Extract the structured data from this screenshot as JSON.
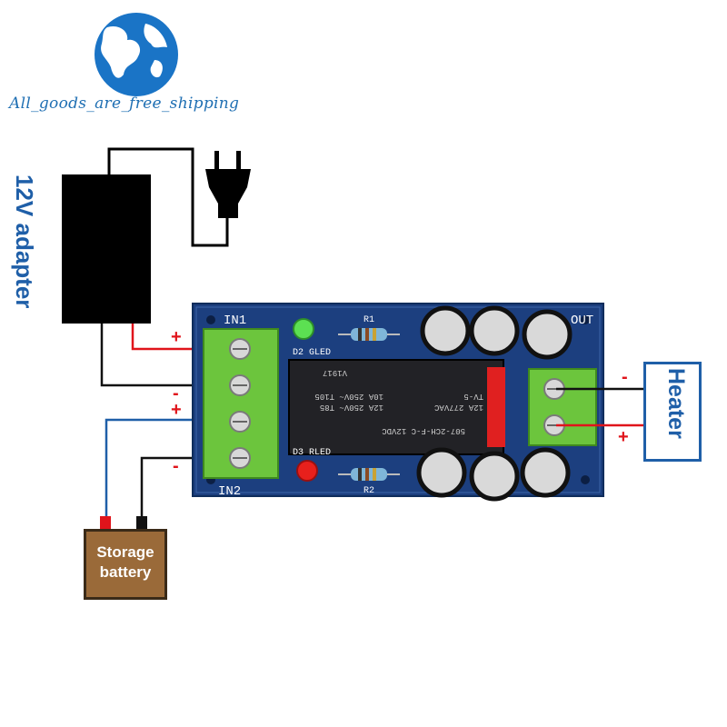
{
  "watermark": {
    "text": "All_goods_are_free_shipping",
    "logo_icon": "globe-icon"
  },
  "adapter": {
    "label": "12V adapter",
    "plug_icon": "power-plug-icon"
  },
  "board": {
    "in1_label": "IN1",
    "in2_label": "IN2",
    "out_label": "OUT",
    "led_green_label": "D2 GLED",
    "led_red_label": "D3 RLED",
    "r1_label": "R1",
    "r2_label": "R2",
    "relay_lines": [
      "507-2CH-F-C 12VDC",
      "12A 250V~ T85",
      "10A 250V~ T105",
      "12A 277VAC",
      "TV-5",
      "V1917"
    ]
  },
  "heater": {
    "label": "Heater"
  },
  "battery": {
    "label_line1": "Storage",
    "label_line2": "battery"
  },
  "signs": {
    "in1_plus": "+",
    "in1_minus": "-",
    "in2_plus": "+",
    "in2_minus": "-",
    "out_minus": "-",
    "out_plus": "+"
  },
  "colors": {
    "pcb": "#1c3f7f",
    "terminal": "#7bd34a",
    "positive_wire": "#e0141b",
    "negative_wire": "#111111",
    "battery_pos_wire": "#1f5fa8",
    "label_blue": "#1f5fa8",
    "battery": "#9a6a39"
  }
}
